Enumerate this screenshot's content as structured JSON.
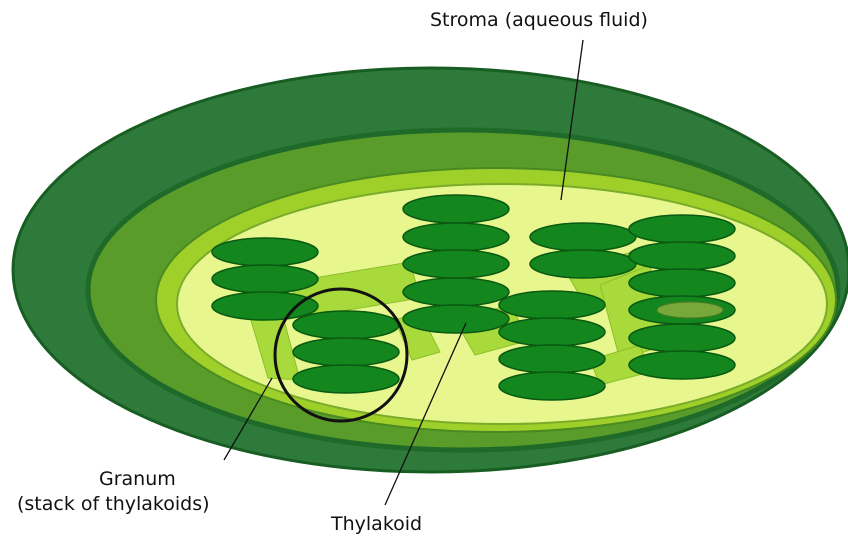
{
  "labels": {
    "stroma": "Stroma (aqueous fluid)",
    "granum_line1": "Granum",
    "granum_line2": "(stack of thylakoids)",
    "thylakoid": "Thylakoid"
  },
  "colors": {
    "outer_membrane": "#2e7a3a",
    "outer_membrane_dark": "#185d22",
    "intermembrane": "#5a9c2a",
    "inner_membrane_band": "#9fd02a",
    "stroma": "#e7f78e",
    "lamella": "#a8da3c",
    "thylakoid": "#13861e",
    "thylakoid_edge": "#0a5a12",
    "thylakoid_lumen": "#78a83a",
    "highlight_ring": "#111111"
  }
}
